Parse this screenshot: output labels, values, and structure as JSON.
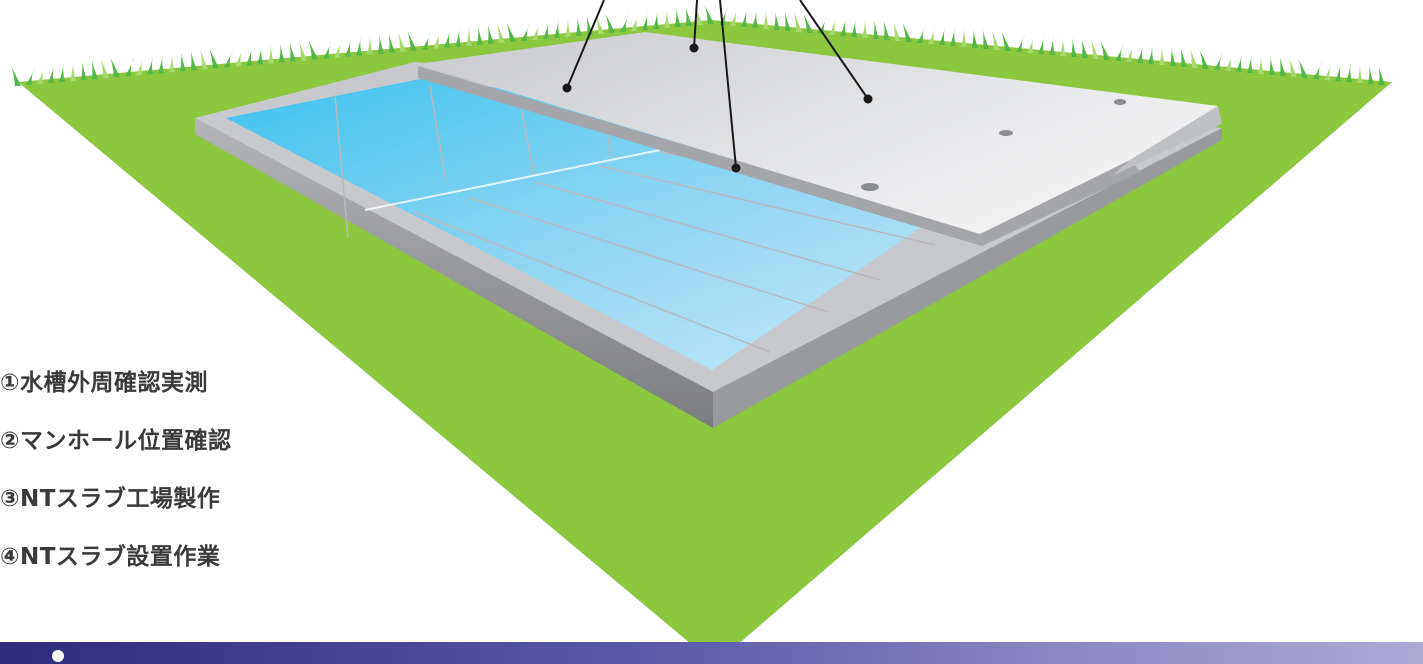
{
  "steps": [
    "①水槽外周確認実測",
    "②マンホール位置確認",
    "③NTスラブ工場製作",
    "④NTスラブ設置作業"
  ],
  "colors": {
    "lawn": "#8dc63f",
    "grass_blade": "#54b848",
    "grass_highlight": "#a8d870",
    "tank_rim_light": "#c8c9cc",
    "tank_rim_dark": "#8a8b8e",
    "water_deep": "#3ec1ef",
    "water_light": "#cdeaf7",
    "slab_top": "#dcdde0",
    "slab_edge": "#a5a6aa",
    "step_text": "#3a3a3a",
    "bar_start": "#2e2b7c",
    "bar_end": "#aeaad6"
  }
}
